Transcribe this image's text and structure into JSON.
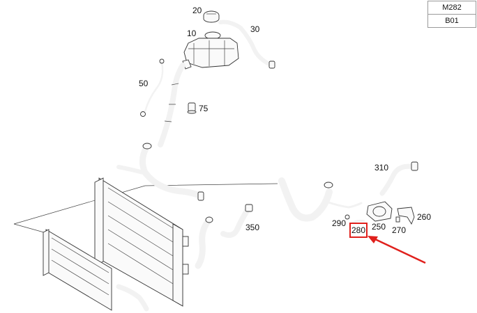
{
  "doc_code": {
    "model": "M282",
    "group": "B01"
  },
  "callouts": {
    "p20": "20",
    "p10": "10",
    "p30": "30",
    "p50": "50",
    "p75": "75",
    "p310": "310",
    "p260": "260",
    "p290": "290",
    "p250": "250",
    "p270": "270",
    "p280": "280",
    "p350": "350"
  },
  "colors": {
    "highlight": "#e0201c",
    "line": "#333333"
  }
}
